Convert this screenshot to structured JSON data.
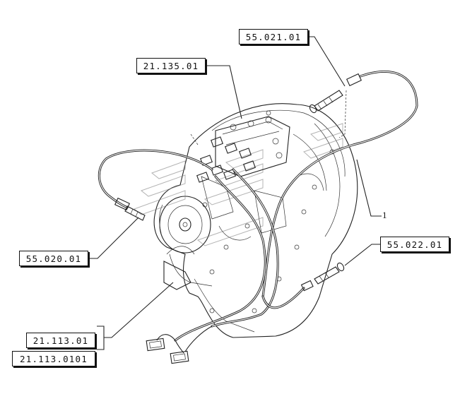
{
  "references": {
    "ref_55_021_01": "55.021.01",
    "ref_21_135_01": "21.135.01",
    "ref_55_022_01": "55.022.01",
    "ref_55_020_01": "55.020.01",
    "ref_21_113_01": "21.113.01",
    "ref_21_113_0101": "21.113.0101"
  },
  "part_number": "1",
  "icons": {
    "transmission": "transmission-housing-icon",
    "harness": "wiring-harness-icon",
    "sensor": "speed-sensor-icon",
    "connector": "connector-plug-icon",
    "watermark": "manufacturer-watermark-icon"
  },
  "colors": {
    "line": "#111111",
    "background": "#ffffff"
  }
}
